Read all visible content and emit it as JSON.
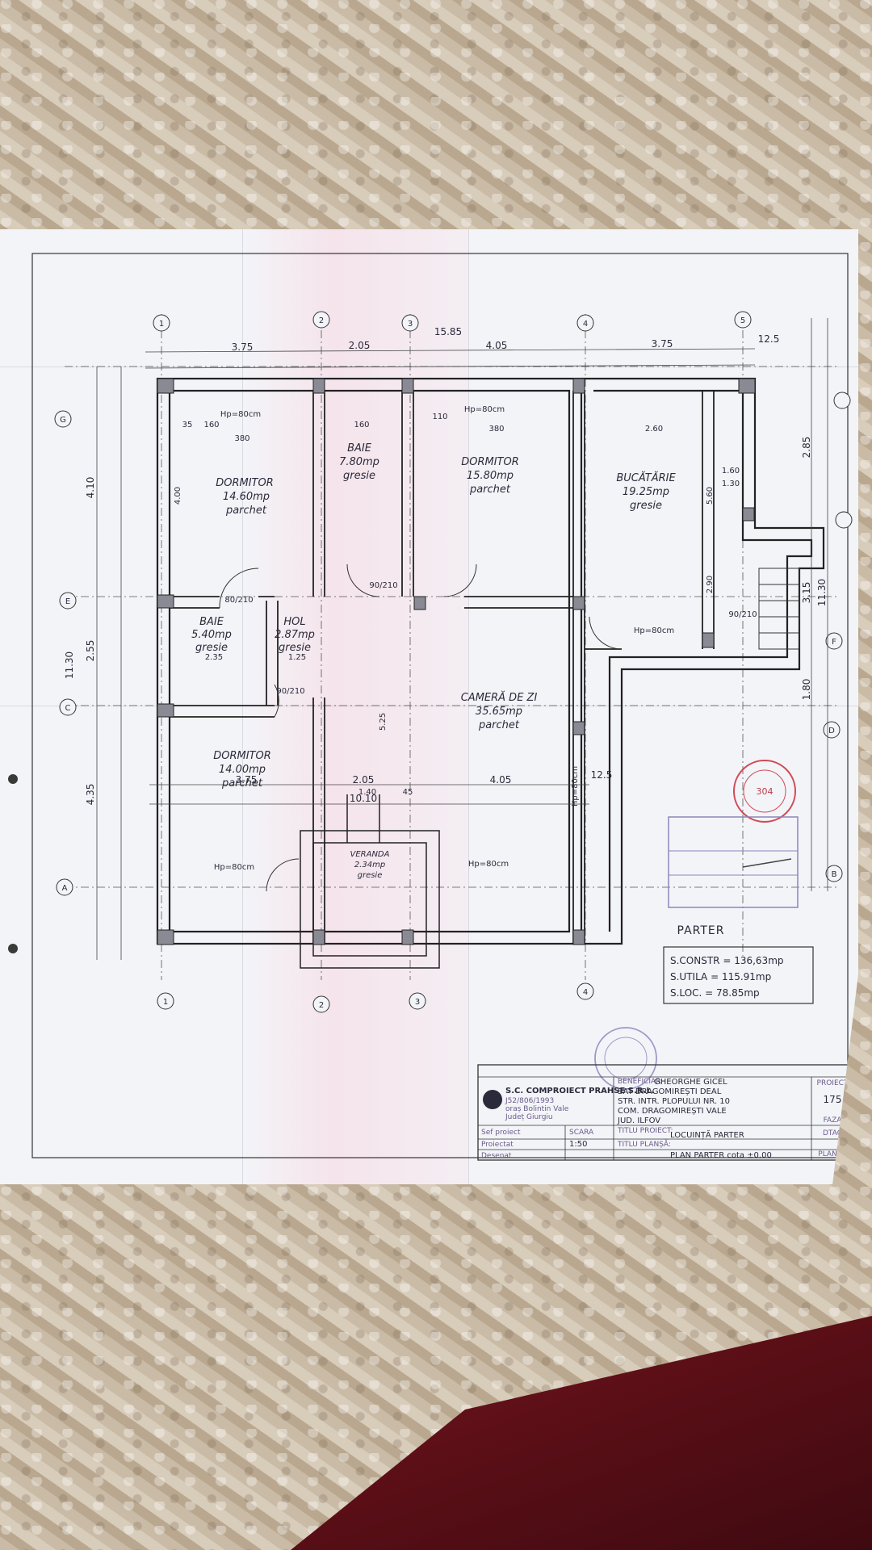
{
  "grid": {
    "axes_top": [
      "1",
      "2",
      "3",
      "4",
      "5"
    ],
    "axes_bottom": [
      "1",
      "2",
      "3",
      "4"
    ],
    "axes_side": [
      "A",
      "B",
      "C",
      "D",
      "E",
      "F",
      "G"
    ]
  },
  "dims_top": [
    "3.75",
    "2.05",
    "4.05",
    "3.75",
    "12.5",
    "15.85"
  ],
  "dims_bottom": [
    "3.75",
    "2.05",
    "4.05",
    "10.10",
    "12.5"
  ],
  "dims_left": [
    "4.10",
    "2.55",
    "4.35",
    "11.30"
  ],
  "dims_right": [
    "2.85",
    "3.15",
    "1.80",
    "11.30"
  ],
  "rooms": [
    {
      "name": "DORMITOR",
      "area": "14.60mp",
      "floor": "parchet"
    },
    {
      "name": "BAIE",
      "area": "7.80mp",
      "floor": "gresie"
    },
    {
      "name": "DORMITOR",
      "area": "15.80mp",
      "floor": "parchet"
    },
    {
      "name": "BUCĂTĂRIE",
      "area": "19.25mp",
      "floor": "gresie"
    },
    {
      "name": "BAIE",
      "area": "5.40mp",
      "floor": "gresie"
    },
    {
      "name": "HOL",
      "area": "2.87mp",
      "floor": "gresie"
    },
    {
      "name": "CAMERĂ DE ZI",
      "area": "35.65mp",
      "floor": "parchet"
    },
    {
      "name": "DORMITOR",
      "area": "14.00mp",
      "floor": "parchet"
    },
    {
      "name": "VERANDA",
      "area": "2.34mp",
      "floor": "gresie"
    }
  ],
  "wall_dims": [
    "35",
    "160",
    "380",
    "160",
    "110",
    "380",
    "2.60",
    "1.40",
    "45",
    "2.35",
    "1.25",
    "4.00",
    "5.25",
    "5.60",
    "2.90",
    "1.60",
    "1.30"
  ],
  "openings": [
    "Hp=80cm",
    "Hp=80cm",
    "Hp=80cm",
    "Hp=80cm",
    "Hp=80cm",
    "Hp=80cm",
    "90/210",
    "90/210",
    "80/210",
    "90/210"
  ],
  "summary": {
    "title": "PARTER",
    "s_constr": "S.CONSTR = 136,63mp",
    "s_utila": "S.UTILA = 115.91mp",
    "s_loc": "S.LOC. = 78.85mp"
  },
  "stamp_number": "304",
  "title_block": {
    "company": "S.C. COMPROIECT PRAHSE S.R.L.",
    "company_reg": "J52/806/1993",
    "company_city": "oraș Bolintin Vale",
    "company_county": "Județ Giurgiu",
    "beneficiary_label": "BENEFICIAR:",
    "beneficiary": "GHEORGHE GICEL",
    "address_line1": "SAT DRAGOMIREȘTI DEAL",
    "address_line2": "STR. INTR. PLOPULUI NR. 10",
    "address_line3": "COM. DRAGOMIREȘTI VALE",
    "address_line4": "JUD. ILFOV",
    "project_label": "PROIECT",
    "project_number": "175",
    "scale_label": "SCARA",
    "scale": "1:50",
    "phase_label": "FAZA",
    "phase": "DTAC",
    "sheet_label": "PLANȘA",
    "project_title_label": "TITLU PROIECT:",
    "project_title": "LOCUINȚĂ PARTER",
    "plan_title_label": "TITLU PLANȘĂ:",
    "plan_title": "PLAN PARTER cota ±0.00",
    "role_1": "Sef proiect",
    "role_2": "Proiectat",
    "role_3": "Desenat"
  }
}
